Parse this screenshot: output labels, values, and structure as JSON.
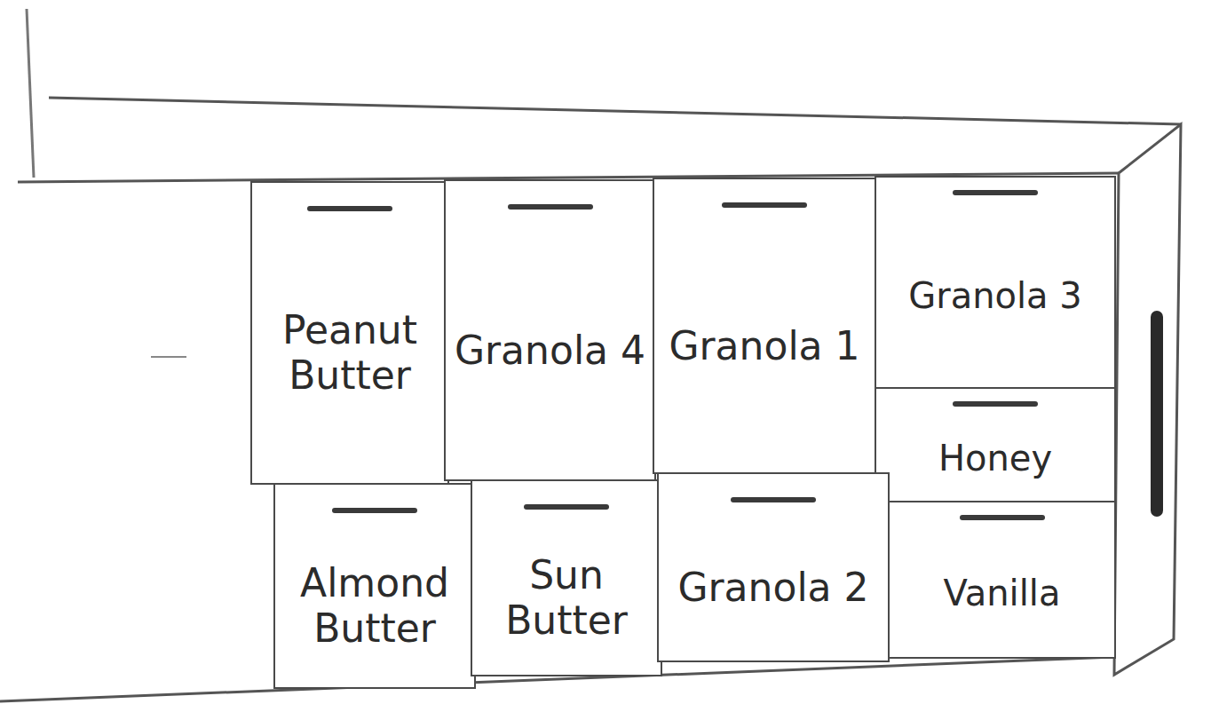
{
  "diagram": {
    "nodes": [
      {
        "text": [
          "Peanut Butter"
        ]
      },
      {
        "text": [
          "Granola 4"
        ]
      },
      {
        "text": [
          "Granola 1"
        ]
      },
      {
        "text": [
          "Granola 3"
        ]
      },
      {
        "text": [
          "Honey"
        ]
      },
      {
        "text": [
          "Almond Butter"
        ]
      },
      {
        "text": [
          "Sun Butter"
        ]
      },
      {
        "text": [
          "Granola 2"
        ]
      },
      {
        "text": [
          "Vanilla"
        ]
      }
    ]
  }
}
